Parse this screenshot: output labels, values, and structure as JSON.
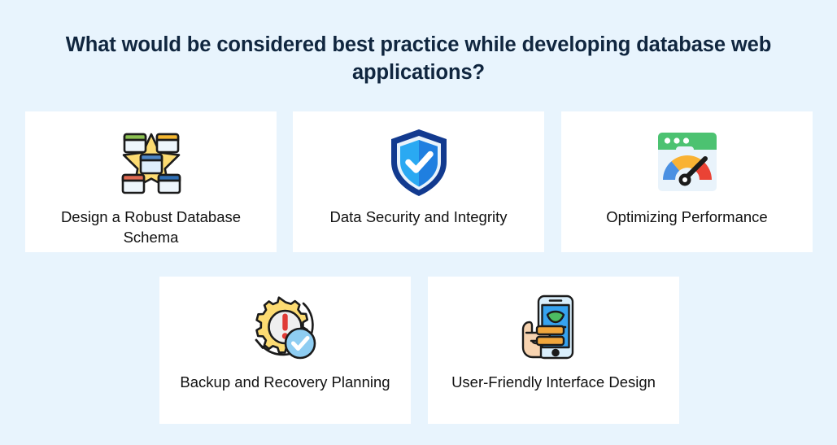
{
  "page": {
    "background_color": "#e8f4fd",
    "title": "What would be considered best practice while developing database web applications?",
    "title_color": "#10263f"
  },
  "cards": [
    {
      "label": "Design a Robust Database Schema",
      "icon": "star-schema-icon",
      "icon_colors": {
        "star": "#fcdb72",
        "outline": "#1b1b1b",
        "header_green": "#7cb342",
        "header_yellow": "#f5b731",
        "header_blue": "#2f6fb5",
        "header_red": "#e06a52",
        "body": "#e9f3fb"
      }
    },
    {
      "label": "Data Security and Integrity",
      "icon": "shield-check-icon",
      "icon_colors": {
        "border": "#123a8f",
        "fill_left": "#2aa9f2",
        "fill_right": "#1f7fe0",
        "check": "#ffffff"
      }
    },
    {
      "label": "Optimizing Performance",
      "icon": "browser-gauge-icon",
      "icon_colors": {
        "titlebar": "#4cc271",
        "window": "#e9f3fb",
        "arc_blue": "#4a90e2",
        "arc_orange": "#f9b233",
        "arc_red": "#ea4335",
        "needle": "#1b1b1b"
      }
    },
    {
      "label": "Backup and Recovery Planning",
      "icon": "gear-alert-check-icon",
      "icon_colors": {
        "gear": "#fcdb72",
        "outline": "#1b1b1b",
        "alert": "#e03b36",
        "badge": "#8ecdf2",
        "check": "#ffffff",
        "dial": "#efefef"
      }
    },
    {
      "label": "User-Friendly Interface Design",
      "icon": "hand-phone-ui-icon",
      "icon_colors": {
        "phone_body": "#d9eefb",
        "screen": "#36a3f0",
        "hand": "#f7d3b0",
        "leaf": "#4cbb62",
        "bar": "#f0a63c",
        "outline": "#1b1b1b"
      }
    }
  ]
}
